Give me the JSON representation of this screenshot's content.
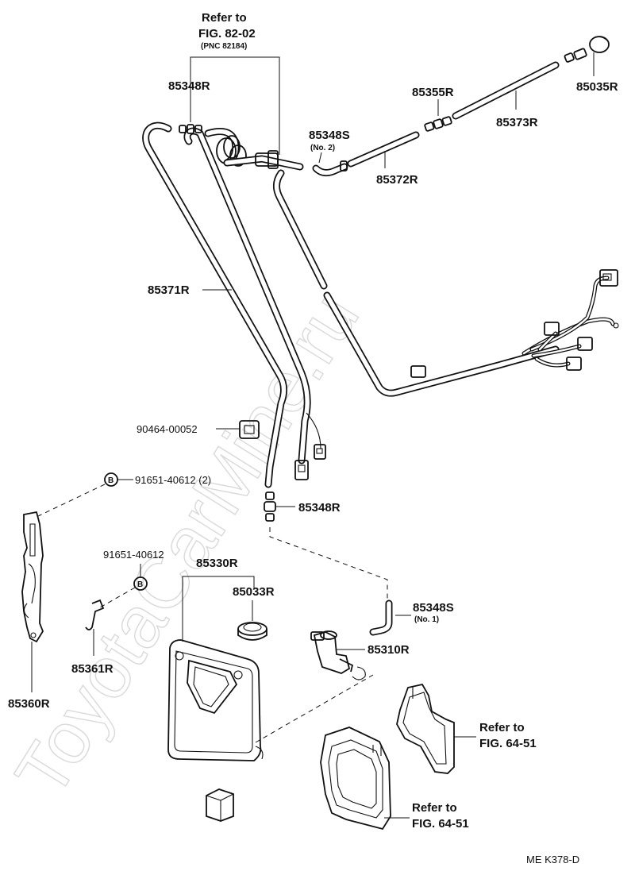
{
  "watermark": "ToyotaCarMine.ru",
  "refs": {
    "top": {
      "line1": "Refer to",
      "line2": "FIG. 82-02",
      "line3": "(PNC 82184)"
    },
    "right": {
      "line1": "Refer to",
      "line2": "FIG. 64-51"
    },
    "bottom": {
      "line1": "Refer to",
      "line2": "FIG. 64-51"
    }
  },
  "parts": {
    "p85348R_top": "85348R",
    "p85355R": "85355R",
    "p85035R": "85035R",
    "p85373R": "85373R",
    "p85348S_2": "85348S",
    "p85348S_2_note": "(No. 2)",
    "p85372R": "85372R",
    "p85371R": "85371R",
    "p90464": "90464-00052",
    "p91651_a": "91651-40612 (2)",
    "p85348R_mid": "85348R",
    "p91651_b": "91651-40612",
    "p85330R": "85330R",
    "p85033R": "85033R",
    "p85348S_1": "85348S",
    "p85348S_1_note": "(No. 1)",
    "p85310R": "85310R",
    "p85361R": "85361R",
    "p85360R": "85360R"
  },
  "bolt_symbol": "B",
  "diagram_code": "ME  K378-D"
}
